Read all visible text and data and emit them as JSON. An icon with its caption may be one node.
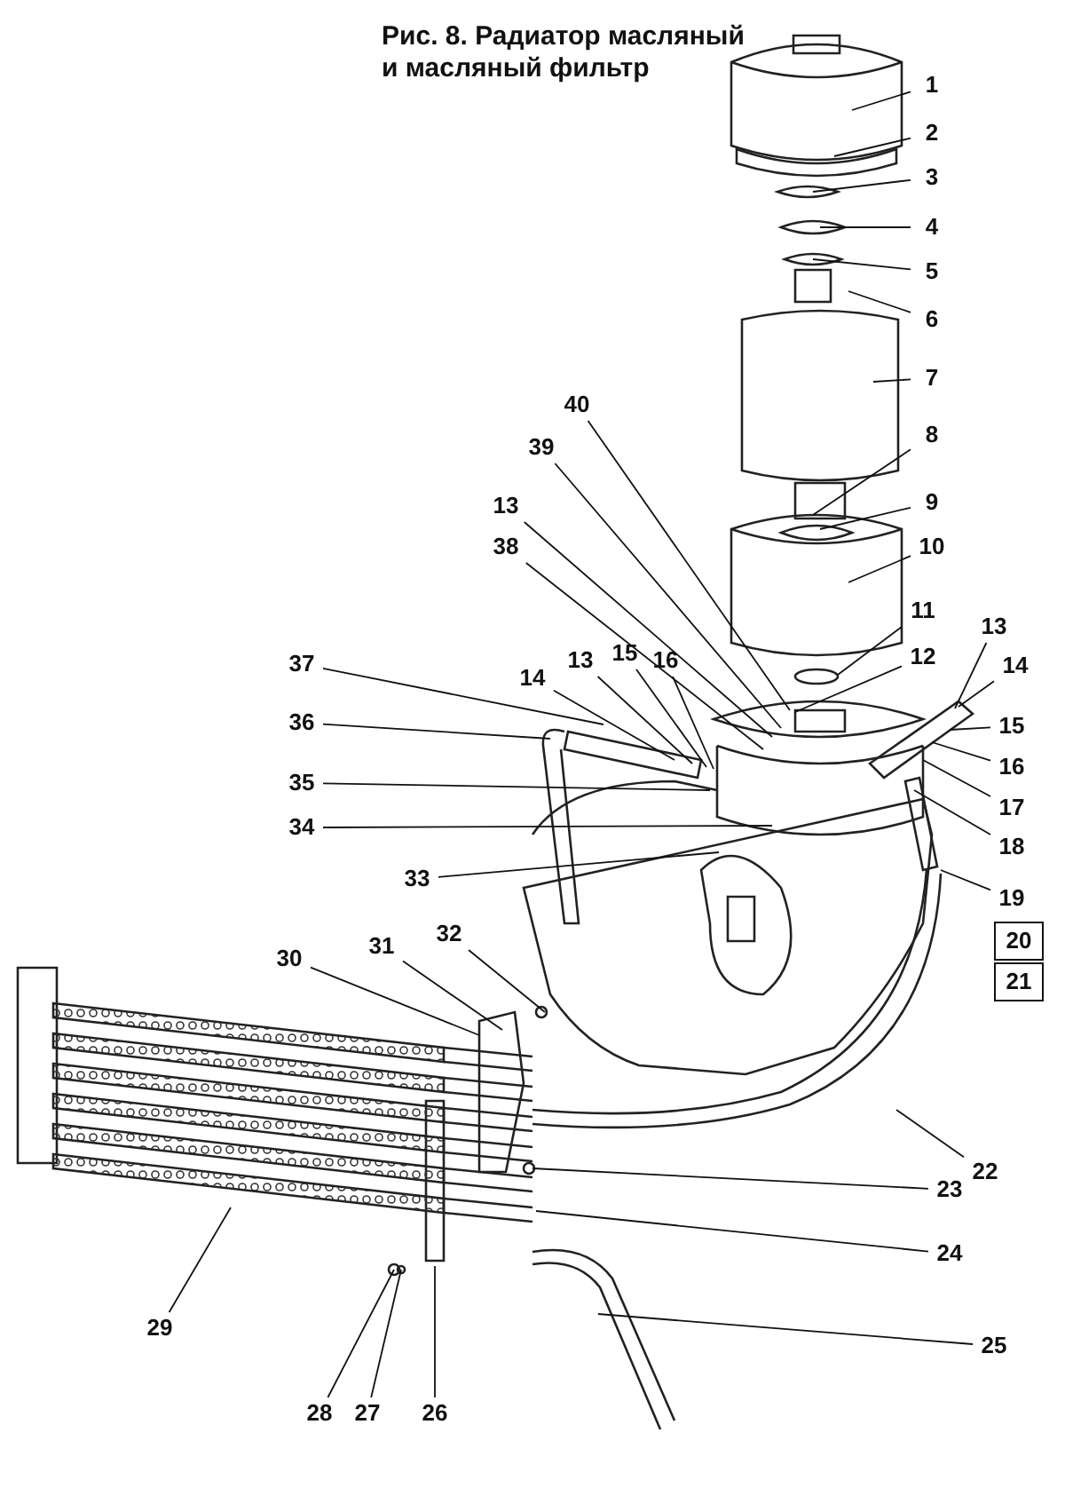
{
  "diagram": {
    "title": "Рис. 8. Радиатор масляный и масляный фильтр",
    "nodes": [
      {
        "text": [
          "1"
        ]
      },
      {
        "text": [
          "2"
        ]
      },
      {
        "text": [
          "3"
        ]
      },
      {
        "text": [
          "4"
        ]
      },
      {
        "text": [
          "5"
        ]
      },
      {
        "text": [
          "6"
        ]
      },
      {
        "text": [
          "7"
        ]
      },
      {
        "text": [
          "40"
        ]
      },
      {
        "text": [
          "8"
        ]
      },
      {
        "text": [
          "39"
        ]
      },
      {
        "text": [
          "9"
        ]
      },
      {
        "text": [
          "13"
        ]
      },
      {
        "text": [
          "38"
        ]
      },
      {
        "text": [
          "10"
        ]
      },
      {
        "text": [
          "11"
        ]
      },
      {
        "text": [
          "13"
        ]
      },
      {
        "text": [
          "12"
        ]
      },
      {
        "text": [
          "37"
        ]
      },
      {
        "text": [
          "13"
        ]
      },
      {
        "text": [
          "15"
        ]
      },
      {
        "text": [
          "16"
        ]
      },
      {
        "text": [
          "14"
        ]
      },
      {
        "text": [
          "14"
        ]
      },
      {
        "text": [
          "36"
        ]
      },
      {
        "text": [
          "15"
        ]
      },
      {
        "text": [
          "16"
        ]
      },
      {
        "text": [
          "35"
        ]
      },
      {
        "text": [
          "17"
        ]
      },
      {
        "text": [
          "34"
        ]
      },
      {
        "text": [
          "18"
        ]
      },
      {
        "text": [
          "33"
        ]
      },
      {
        "text": [
          "19"
        ]
      },
      {
        "text": [
          "20"
        ]
      },
      {
        "text": [
          "21"
        ]
      },
      {
        "text": [
          "32"
        ]
      },
      {
        "text": [
          "31"
        ]
      },
      {
        "text": [
          "30"
        ]
      },
      {
        "text": [
          "22"
        ]
      },
      {
        "text": [
          "23"
        ]
      },
      {
        "text": [
          "24"
        ]
      },
      {
        "text": [
          "29"
        ]
      },
      {
        "text": [
          "25"
        ]
      },
      {
        "text": [
          "28"
        ]
      },
      {
        "text": [
          "27"
        ]
      },
      {
        "text": [
          "26"
        ]
      }
    ],
    "edges": [
      {
        "from": 0,
        "to": null,
        "arrow": "none"
      },
      {
        "from": 1,
        "to": null,
        "arrow": "none"
      },
      {
        "from": 2,
        "to": null,
        "arrow": "none"
      },
      {
        "from": 3,
        "to": null,
        "arrow": "none"
      },
      {
        "from": 4,
        "to": null,
        "arrow": "none"
      },
      {
        "from": 5,
        "to": null,
        "arrow": "none"
      },
      {
        "from": 6,
        "to": null,
        "arrow": "none"
      },
      {
        "from": 7,
        "to": null,
        "arrow": "none"
      },
      {
        "from": 8,
        "to": null,
        "arrow": "none"
      },
      {
        "from": 9,
        "to": null,
        "arrow": "none"
      },
      {
        "from": 10,
        "to": null,
        "arrow": "none"
      },
      {
        "from": 11,
        "to": null,
        "arrow": "none"
      },
      {
        "from": 12,
        "to": null,
        "arrow": "none"
      },
      {
        "from": 13,
        "to": null,
        "arrow": "none"
      },
      {
        "from": 14,
        "to": null,
        "arrow": "none"
      },
      {
        "from": 15,
        "to": null,
        "arrow": "none"
      },
      {
        "from": 16,
        "to": null,
        "arrow": "none"
      },
      {
        "from": 17,
        "to": null,
        "arrow": "none"
      },
      {
        "from": 18,
        "to": null,
        "arrow": "none"
      },
      {
        "from": 19,
        "to": null,
        "arrow": "none"
      },
      {
        "from": 20,
        "to": null,
        "arrow": "none"
      },
      {
        "from": 21,
        "to": null,
        "arrow": "none"
      },
      {
        "from": 22,
        "to": null,
        "arrow": "none"
      },
      {
        "from": 23,
        "to": null,
        "arrow": "none"
      },
      {
        "from": 24,
        "to": null,
        "arrow": "none"
      },
      {
        "from": 25,
        "to": null,
        "arrow": "none"
      },
      {
        "from": 26,
        "to": null,
        "arrow": "none"
      },
      {
        "from": 27,
        "to": null,
        "arrow": "none"
      },
      {
        "from": 28,
        "to": null,
        "arrow": "none"
      },
      {
        "from": 29,
        "to": null,
        "arrow": "none"
      },
      {
        "from": 30,
        "to": null,
        "arrow": "none"
      },
      {
        "from": 31,
        "to": null,
        "arrow": "none"
      },
      {
        "from": 34,
        "to": null,
        "arrow": "none"
      },
      {
        "from": 35,
        "to": null,
        "arrow": "none"
      },
      {
        "from": 36,
        "to": null,
        "arrow": "none"
      },
      {
        "from": 37,
        "to": null,
        "arrow": "none"
      },
      {
        "from": 38,
        "to": null,
        "arrow": "none"
      },
      {
        "from": 39,
        "to": null,
        "arrow": "none"
      },
      {
        "from": 40,
        "to": null,
        "arrow": "none"
      },
      {
        "from": 41,
        "to": null,
        "arrow": "none"
      },
      {
        "from": 42,
        "to": null,
        "arrow": "none"
      },
      {
        "from": 43,
        "to": null,
        "arrow": "none"
      },
      {
        "from": 44,
        "to": null,
        "arrow": "none"
      }
    ]
  }
}
